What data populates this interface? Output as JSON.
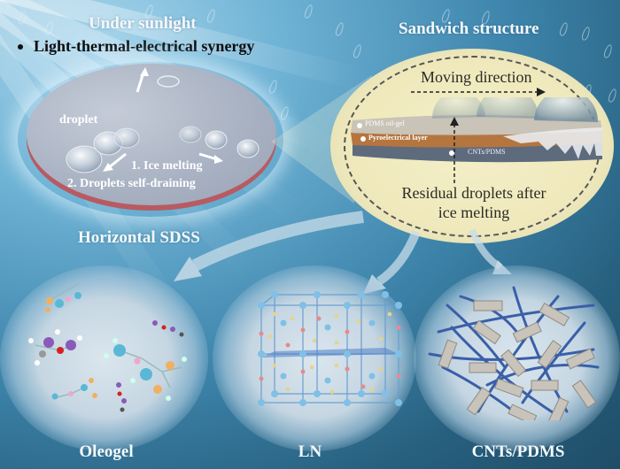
{
  "figure": {
    "top_left": {
      "title": "Under sunlight",
      "bullet": "Light-thermal-electrical synergy",
      "labels": {
        "droplet": "droplet",
        "step1": "1. Ice melting",
        "step2": "2. Droplets self-draining"
      },
      "caption": "Horizontal SDSS"
    },
    "top_right": {
      "title": "Sandwich structure",
      "moving_direction": "Moving direction",
      "layers": [
        "PDMS oil-gel",
        "Pyroelectrical layer",
        "CNTs/PDMS"
      ],
      "residual_line1": "Residual droplets after",
      "residual_line2": "ice melting"
    },
    "bottom": [
      {
        "label": "Oleogel",
        "content": "molecular-structures"
      },
      {
        "label": "LN",
        "content": "crystal-lattice"
      },
      {
        "label": "CNTs/PDMS",
        "content": "nanotube-network"
      }
    ],
    "colors": {
      "background_dark": "#1f4d67",
      "background_light": "#a9d6ec",
      "disk": "#a9b6c6",
      "disk_rim": "#b85a62",
      "zoom_fill": "#efe9bc",
      "pyro_layer": "#b5753f",
      "cnt_layer": "#5d6b7c",
      "cnt_fiber": "#3a5fa8",
      "lattice": "#6a9ed0"
    }
  }
}
